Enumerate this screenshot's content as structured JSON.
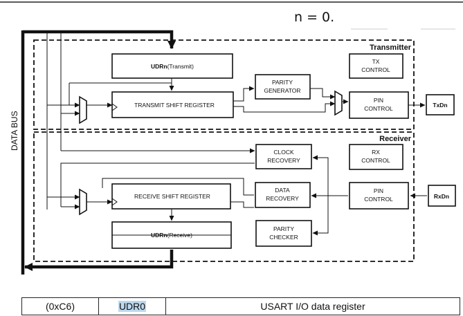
{
  "caption": "n = 0.",
  "data_bus_label": "DATA BUS",
  "sections": {
    "transmitter": "Transmitter",
    "receiver": "Receiver"
  },
  "blocks": {
    "udr_transmit": {
      "prefix": "UDRn",
      "suffix": "(Transmit)"
    },
    "transmit_shift_register": "TRANSMIT SHIFT REGISTER",
    "parity_generator": [
      "PARITY",
      "GENERATOR"
    ],
    "tx_control": [
      "TX",
      "CONTROL"
    ],
    "tx_pin_control": [
      "PIN",
      "CONTROL"
    ],
    "txdn": "TxDn",
    "clock_recovery": [
      "CLOCK",
      "RECOVERY"
    ],
    "rx_control": [
      "RX",
      "CONTROL"
    ],
    "receive_shift_register": "RECEIVE SHIFT REGISTER",
    "data_recovery": [
      "DATA",
      "RECOVERY"
    ],
    "rx_pin_control": [
      "PIN",
      "CONTROL"
    ],
    "rxdn": "RxDn",
    "udr_receive": {
      "prefix": "UDRn",
      "suffix": "(Receive)"
    },
    "parity_checker": [
      "PARITY",
      "CHECKER"
    ]
  },
  "register_table": {
    "address": "(0xC6)",
    "name": "UDR0",
    "description": "USART I/O data register"
  }
}
